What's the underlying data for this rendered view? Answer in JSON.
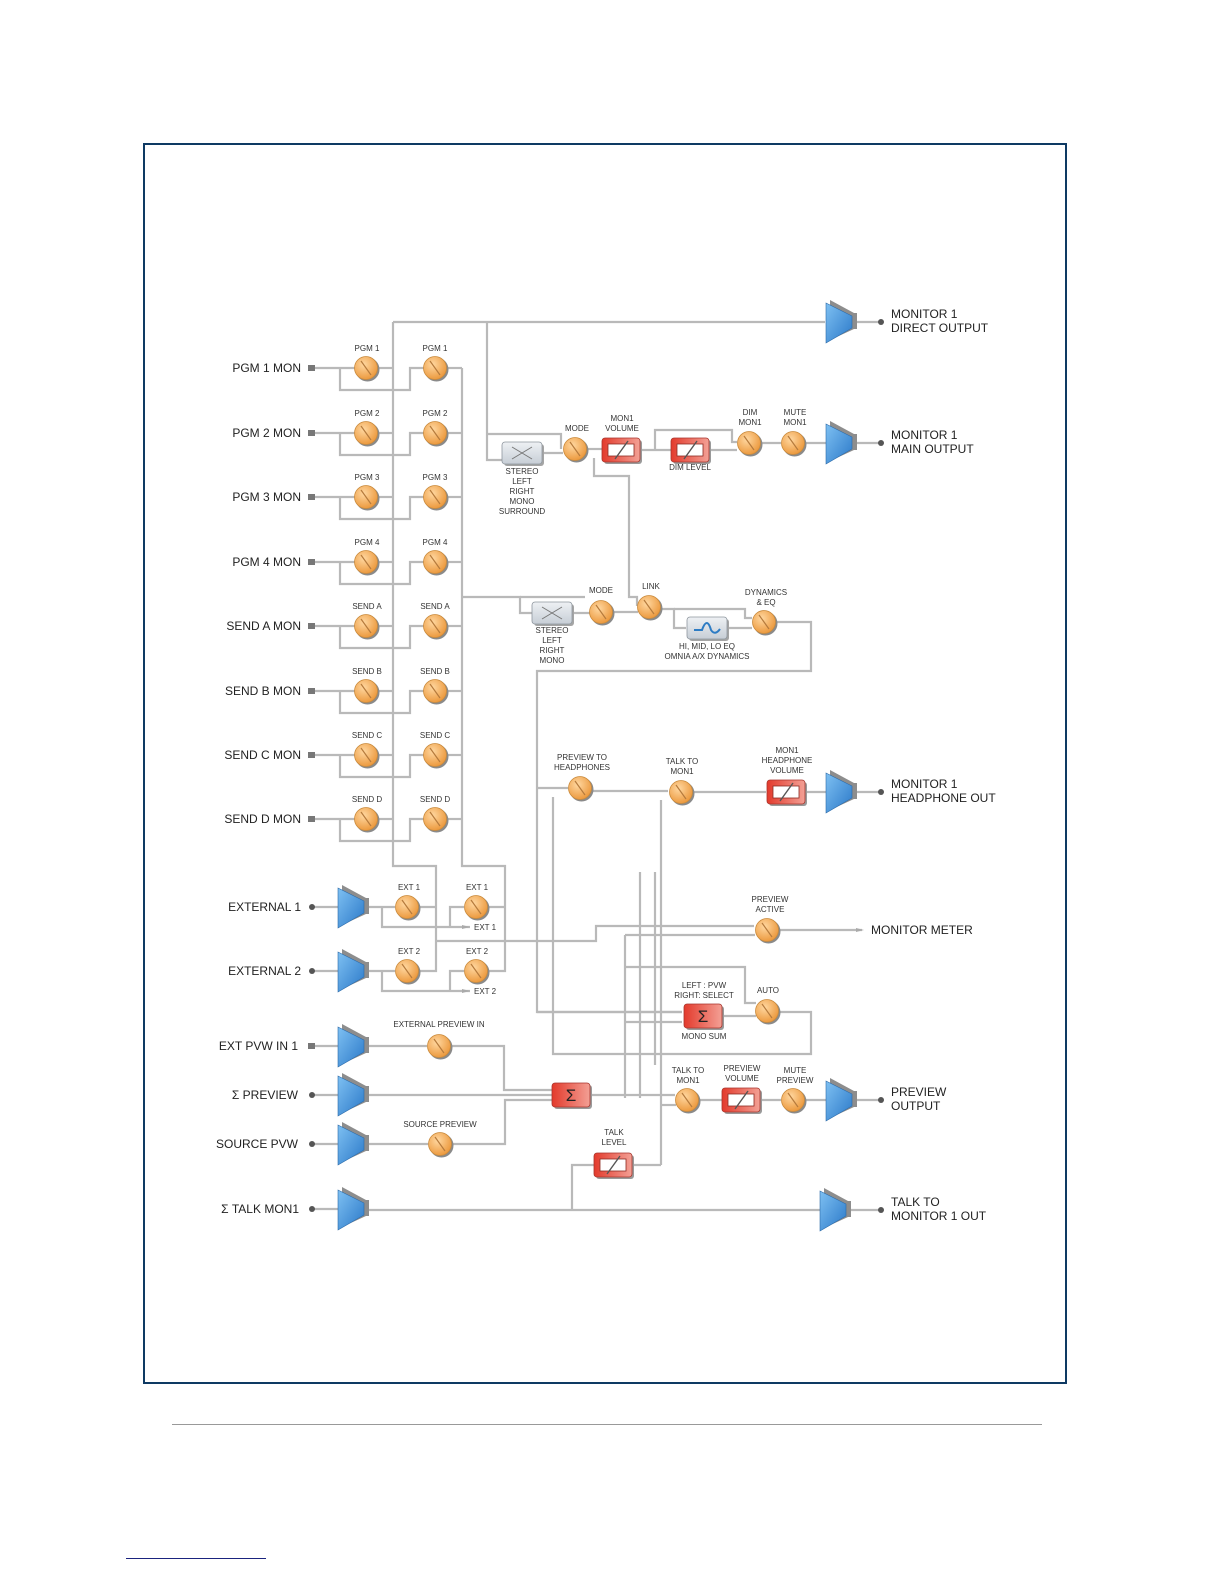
{
  "diagram": {
    "title": "Monitor 1 signal flow",
    "colors": {
      "frame": "#0e3a63",
      "wire": "#b9b9b9",
      "knob": "#f2a24e",
      "fader": "#e0463a",
      "amp": "#3f8fd8",
      "switch": "#d8dde3"
    },
    "inputs": [
      {
        "label": "PGM 1 MON",
        "knob1": "PGM 1",
        "knob2": "PGM 1"
      },
      {
        "label": "PGM 2 MON",
        "knob1": "PGM 2",
        "knob2": "PGM 2"
      },
      {
        "label": "PGM 3 MON",
        "knob1": "PGM 3",
        "knob2": "PGM 3"
      },
      {
        "label": "PGM 4 MON",
        "knob1": "PGM 4",
        "knob2": "PGM 4"
      },
      {
        "label": "SEND A MON",
        "knob1": "SEND A",
        "knob2": "SEND A"
      },
      {
        "label": "SEND B MON",
        "knob1": "SEND B",
        "knob2": "SEND B"
      },
      {
        "label": "SEND C MON",
        "knob1": "SEND C",
        "knob2": "SEND C"
      },
      {
        "label": "SEND D MON",
        "knob1": "SEND D",
        "knob2": "SEND D"
      }
    ],
    "externals": [
      {
        "label": "EXTERNAL 1",
        "knob1": "EXT 1",
        "knob2": "EXT 1",
        "tap": "EXT 1"
      },
      {
        "label": "EXTERNAL 2",
        "knob1": "EXT 2",
        "knob2": "EXT 2",
        "tap": "EXT 2"
      }
    ],
    "preview_inputs": [
      {
        "label": "EXT PVW IN 1",
        "knob": "EXTERNAL PREVIEW IN"
      },
      {
        "label": "Σ  PREVIEW",
        "knob": ""
      },
      {
        "label": "SOURCE PVW",
        "knob": "SOURCE PREVIEW"
      }
    ],
    "talk_input": "Σ TALK MON1",
    "main_chain": {
      "mode_switch_options": [
        "STEREO",
        "LEFT",
        "RIGHT",
        "MONO",
        "SURROUND"
      ],
      "mode_knob": "MODE",
      "volume_fader": [
        "MON1",
        "VOLUME"
      ],
      "dim_level": "DIM LEVEL",
      "dim_knob": [
        "DIM",
        "MON1"
      ],
      "mute_knob": [
        "MUTE",
        "MON1"
      ]
    },
    "headphone_chain": {
      "mode_switch_options": [
        "STEREO",
        "LEFT",
        "RIGHT",
        "MONO"
      ],
      "mode_knob": "MODE",
      "link_knob": "LINK",
      "eq_caption": [
        "HI, MID, LO EQ",
        "OMNIA A/X DYNAMICS"
      ],
      "dyn_knob": [
        "DYNAMICS",
        "& EQ"
      ],
      "preview_knob": [
        "PREVIEW TO",
        "HEADPHONES"
      ],
      "talk_knob": [
        "TALK TO",
        "MON1"
      ],
      "volume_fader": [
        "MON1",
        "HEADPHONE",
        "VOLUME"
      ]
    },
    "meter_chain": {
      "preview_active": [
        "PREVIEW",
        "ACTIVE"
      ],
      "mono_sum_caption_top": [
        "LEFT : PVW",
        "RIGHT: SELECT"
      ],
      "mono_sum_caption": "MONO SUM",
      "auto_knob": "AUTO"
    },
    "preview_chain": {
      "talk_knob": [
        "TALK TO",
        "MON1"
      ],
      "volume_fader": [
        "PREVIEW",
        "VOLUME"
      ],
      "mute_knob": [
        "MUTE",
        "PREVIEW"
      ],
      "talk_level": [
        "TALK",
        "LEVEL"
      ]
    },
    "outputs": {
      "direct": [
        "MONITOR 1",
        "DIRECT OUTPUT"
      ],
      "main": [
        "MONITOR 1",
        "MAIN OUTPUT"
      ],
      "headphone": [
        "MONITOR 1",
        "HEADPHONE OUT"
      ],
      "meter": "MONITOR METER",
      "preview": [
        "PREVIEW",
        "OUTPUT"
      ],
      "talk": [
        "TALK TO",
        "MONITOR 1 OUT"
      ]
    }
  }
}
